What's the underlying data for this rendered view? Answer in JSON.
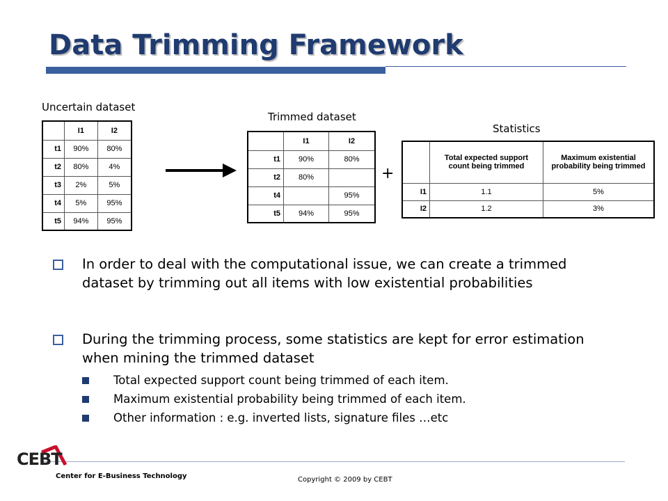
{
  "title": "Data Trimming Framework",
  "colors": {
    "title": "#1f3b70",
    "accent": "#3a5f9e"
  },
  "uncertain": {
    "caption": "Uncertain dataset",
    "headers": [
      "I1",
      "I2"
    ],
    "rows": [
      {
        "t": "t1",
        "i1": "90%",
        "i2": "80%"
      },
      {
        "t": "t2",
        "i1": "80%",
        "i2": "4%"
      },
      {
        "t": "t3",
        "i1": "2%",
        "i2": "5%"
      },
      {
        "t": "t4",
        "i1": "5%",
        "i2": "95%"
      },
      {
        "t": "t5",
        "i1": "94%",
        "i2": "95%"
      }
    ]
  },
  "trimmed": {
    "caption": "Trimmed dataset",
    "headers": [
      "I1",
      "I2"
    ],
    "rows": [
      {
        "t": "t1",
        "i1": "90%",
        "i2": "80%"
      },
      {
        "t": "t2",
        "i1": "80%",
        "i2": ""
      },
      {
        "t": "t4",
        "i1": "",
        "i2": "95%"
      },
      {
        "t": "t5",
        "i1": "94%",
        "i2": "95%"
      }
    ]
  },
  "plus": "+",
  "statistics": {
    "caption": "Statistics",
    "headers": [
      "Total expected support count being trimmed",
      "Maximum existential probability being trimmed"
    ],
    "rows": [
      {
        "item": "I1",
        "total": "1.1",
        "max": "5%"
      },
      {
        "item": "I2",
        "total": "1.2",
        "max": "3%"
      }
    ]
  },
  "bullets": [
    "In order to deal with the computational issue, we can create a trimmed dataset by trimming out all items with low existential probabilities",
    "During the trimming process, some statistics are kept for error estimation when mining the trimmed dataset"
  ],
  "sub_bullets": [
    "Total expected support count being trimmed of each item.",
    "Maximum existential probability being trimmed of each item.",
    "Other information : e.g. inverted lists, signature files …etc"
  ],
  "footer": {
    "logo": "CEBT",
    "org": "Center for E-Business Technology",
    "copyright": "Copyright © 2009 by CEBT"
  }
}
